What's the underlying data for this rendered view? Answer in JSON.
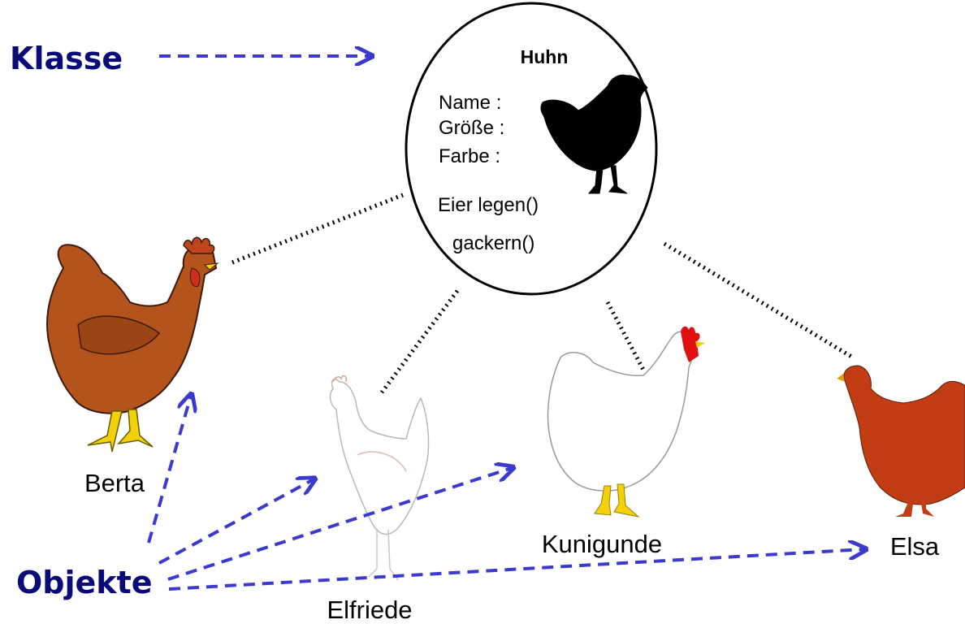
{
  "labels": {
    "klasse": "Klasse",
    "objekte": "Objekte"
  },
  "class_box": {
    "title": "Huhn",
    "attributes": [
      "Name :",
      "Größe :",
      "Farbe :"
    ],
    "methods": [
      "Eier legen()",
      "gackern()"
    ]
  },
  "objects": {
    "berta": "Berta",
    "elfriede": "Elfriede",
    "kunigunde": "Kunigunde",
    "elsa": "Elsa"
  },
  "colors": {
    "label_navy": "#0a0a78",
    "arrow_blue": "#3a3acc",
    "berta_body": "#b4541c",
    "elsa_body": "#c23c14",
    "comb_red": "#e01010",
    "leg_yellow": "#f2d10a"
  }
}
